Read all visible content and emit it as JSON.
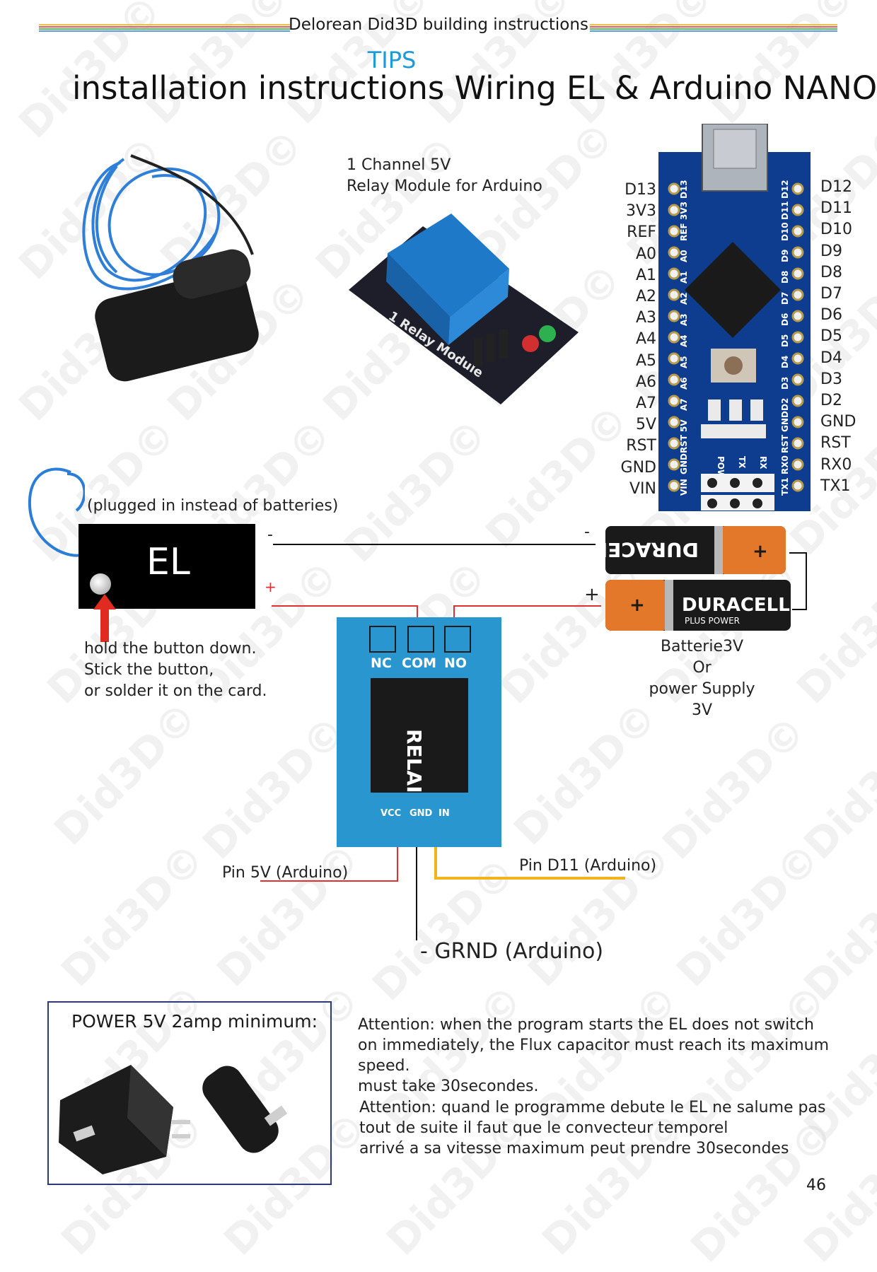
{
  "header": {
    "doc_title": "Delorean Did3D building instructions",
    "section": "TIPS",
    "title": "installation instructions Wiring EL & Arduino NANO"
  },
  "relay_module": {
    "caption_line1": "1 Channel 5V",
    "caption_line2": "Relay Module for Arduino",
    "board_text": "1 Relay Module"
  },
  "nano": {
    "left_pins": [
      "D13",
      "3V3",
      "REF",
      "A0",
      "A1",
      "A2",
      "A3",
      "A4",
      "A5",
      "A6",
      "A7",
      "5V",
      "RST",
      "GND",
      "VIN"
    ],
    "right_pins": [
      "D12",
      "D11",
      "D10",
      "D9",
      "D8",
      "D7",
      "D6",
      "D5",
      "D4",
      "D3",
      "D2",
      "GND",
      "RST",
      "RX0",
      "TX1"
    ],
    "silk_left": [
      "D13",
      "3V3",
      "REF",
      "A0",
      "A1",
      "A2",
      "A3",
      "A4",
      "A5",
      "A6",
      "A7",
      "5V",
      "RST",
      "GND",
      "VIN"
    ],
    "silk_right": [
      "D12",
      "D11",
      "D10",
      "D9",
      "D8",
      "D7",
      "D6",
      "D5",
      "D4",
      "D3",
      "D2",
      "GND",
      "RST",
      "RX0",
      "TX1"
    ],
    "silk_leds": [
      "POW",
      "TX",
      "RX"
    ]
  },
  "el": {
    "note_top": "(plugged in instead of batteries)",
    "label": "EL",
    "minus": "-",
    "plus": "+",
    "button_note": [
      "hold the button down.",
      " Stick the button,",
      "or solder it on the card."
    ]
  },
  "battery": {
    "minus": "-",
    "plus": "+",
    "brand": "DURACELL",
    "sub": "PLUS POWER",
    "caption": [
      "Batterie3V",
      "Or",
      "power Supply 3V"
    ]
  },
  "relay_board": {
    "terminals": [
      "NC",
      "COM",
      "NO"
    ],
    "chip_label": "RELAI",
    "pins": [
      "VCC",
      "GND",
      "IN"
    ]
  },
  "wiring": {
    "pin_5v": "Pin 5V (Arduino)",
    "pin_d11": "Pin D11 (Arduino)",
    "grnd": "- GRND (Arduino)"
  },
  "power_box": {
    "title": "POWER 5V 2amp minimum:"
  },
  "notes": {
    "en": [
      "Attention: when the program starts the EL does not switch",
      "on immediately, the  Flux capacitor must reach its maximum speed.",
      "must take 30secondes."
    ],
    "fr": [
      "Attention: quand le programme debute le EL ne salume pas",
      "tout de suite il faut que le  convecteur temporel",
      "arrivé a sa vitesse maximum peut prendre 30secondes"
    ]
  },
  "page_number": "46",
  "watermark": "Did3D©",
  "colors": {
    "accent": "#1d9bd6",
    "wire_red": "#e03030",
    "wire_yellow": "#f0b41c",
    "relay_blue": "#2a96cf",
    "frame": "#2d3a7a"
  }
}
